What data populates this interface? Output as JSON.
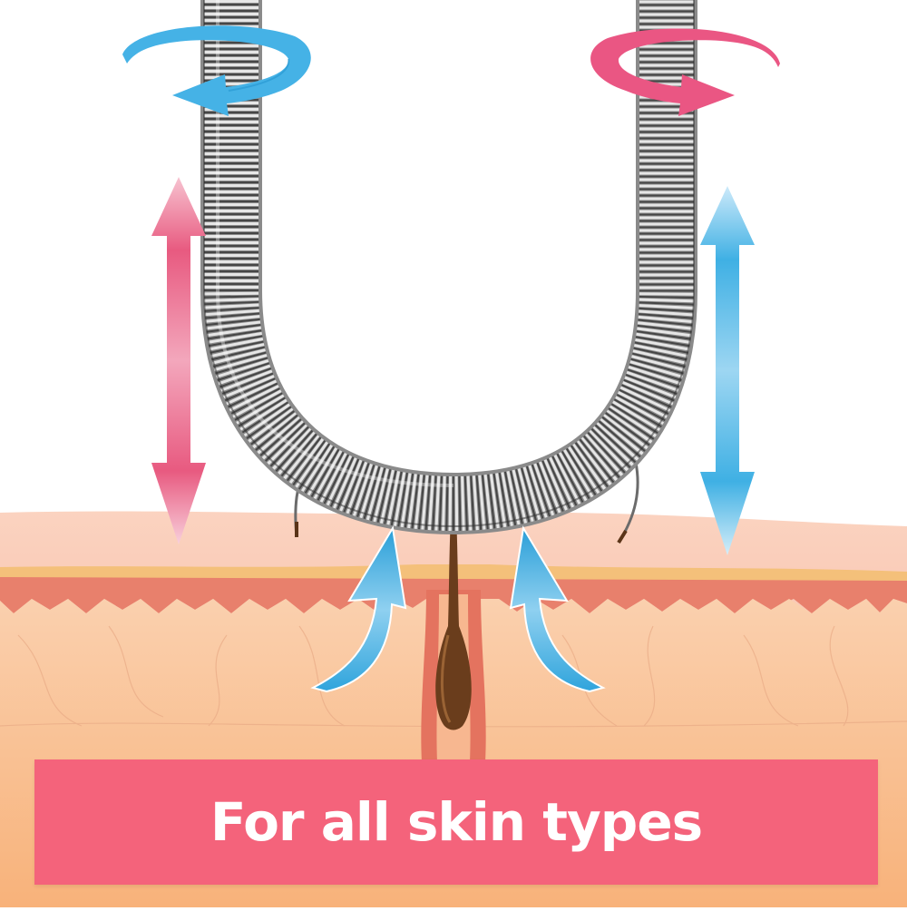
{
  "diagram": {
    "subject": "spring facial hair remover on skin cross-section",
    "elements": {
      "spring_coil": "coiled metal spring bent into U shape",
      "rotation_arrow_left": {
        "direction": "counter-clockwise",
        "color": "#3aaee0"
      },
      "rotation_arrow_right": {
        "direction": "clockwise",
        "color": "#ea4f7a"
      },
      "vertical_arrow_left": {
        "type": "double-headed",
        "color": "#e85a80"
      },
      "vertical_arrow_right": {
        "type": "double-headed",
        "color": "#3fb0e4"
      },
      "hair_lift_arrows": {
        "count": 2,
        "color": "#3aaee0"
      },
      "skin_layers": [
        "epidermis",
        "dermis",
        "hair follicle"
      ]
    }
  },
  "colors": {
    "banner_bg": "#f4637b",
    "banner_text": "#ffffff",
    "skin_top": "#f6b9a0",
    "skin_red_layer": "#e67a68",
    "skin_dermis": "#f8c498",
    "hair": "#5a3418"
  },
  "banner": {
    "text": "For all skin types"
  }
}
